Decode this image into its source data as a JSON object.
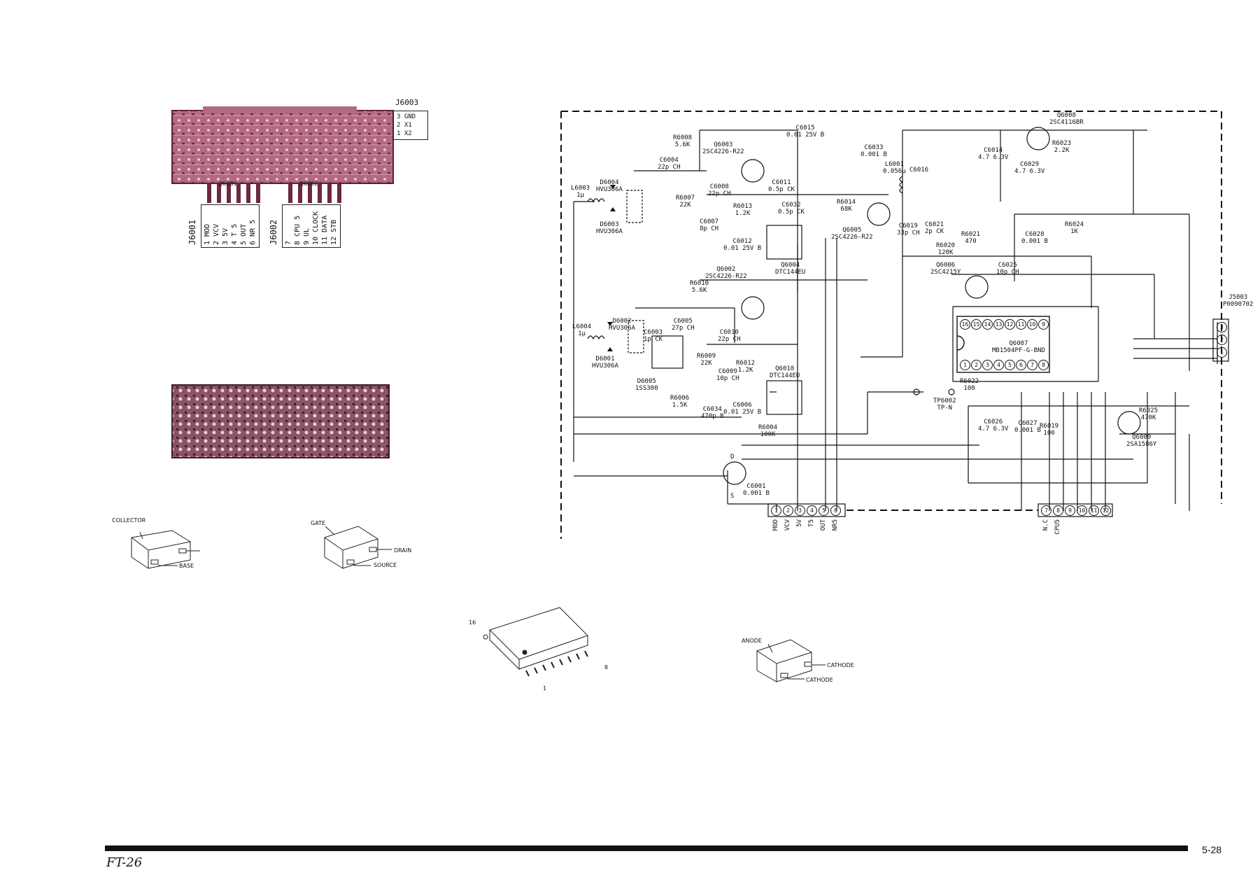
{
  "footer": {
    "model": "FT-26",
    "page": "5-28"
  },
  "connectors": {
    "j6003": {
      "title": "J6003",
      "pins": [
        "3 GND",
        "2 X1",
        "1 X2"
      ]
    },
    "j6001": {
      "title": "J6001",
      "pins": [
        "1 MOD",
        "2 VCV",
        "3 5V",
        "4 T 5",
        "5 OUT",
        "6 NR 5"
      ]
    },
    "j6002": {
      "title": "J6002",
      "pins": [
        "7",
        "8 CPU 5",
        "9 UL",
        "10 CLOCK",
        "11 DATA",
        "12 STB"
      ]
    }
  },
  "pcb_labels": {
    "q6001": "Q6001",
    "q6002": "Q6002"
  },
  "packages": {
    "transistor": {
      "collector": "COLLECTOR",
      "base": "BASE"
    },
    "fet": {
      "gate": "GATE",
      "drain": "DRAIN",
      "source": "SOURCE"
    },
    "ic": {
      "pin16": "16",
      "pin8": "8",
      "pin1": "1"
    },
    "diode": {
      "anode": "ANODE",
      "cathode1": "CATHODE",
      "cathode2": "CATHODE"
    }
  },
  "schematic": {
    "components": [
      {
        "ref": "Q6008",
        "value": "2SC4116BR"
      },
      {
        "ref": "Q6003",
        "value": "2SC4226-R22"
      },
      {
        "ref": "Q6002",
        "value": "2SC4226-R22"
      },
      {
        "ref": "Q6005",
        "value": "2SC4226-R22"
      },
      {
        "ref": "Q6004",
        "value": "DTC144EU"
      },
      {
        "ref": "Q6010",
        "value": "DTC144EU"
      },
      {
        "ref": "Q6006",
        "value": "2SC4215Y"
      },
      {
        "ref": "Q6007",
        "value": "MB1504PF-G-BND"
      },
      {
        "ref": "Q6009",
        "value": "2SA1586Y"
      },
      {
        "ref": "L6003",
        "value": "1μ"
      },
      {
        "ref": "L6004",
        "value": "1μ"
      },
      {
        "ref": "L6001",
        "value": "0.056μ"
      },
      {
        "ref": "D6004",
        "value": "HVU306A"
      },
      {
        "ref": "D6003",
        "value": "HVU306A"
      },
      {
        "ref": "D6002",
        "value": "HVU306A"
      },
      {
        "ref": "D6001",
        "value": "HVU306A"
      },
      {
        "ref": "D6005",
        "value": "1SS300"
      },
      {
        "ref": "C6004",
        "value": "22p CH"
      },
      {
        "ref": "C6015",
        "value": "0.01 25V B"
      },
      {
        "ref": "C6033",
        "value": "0.001 B"
      },
      {
        "ref": "C6016",
        "value": ""
      },
      {
        "ref": "C6014",
        "value": "4.7 6.3V"
      },
      {
        "ref": "C6029",
        "value": "4.7 6.3V"
      },
      {
        "ref": "R6023",
        "value": "2.2K"
      },
      {
        "ref": "R6008",
        "value": "5.6K"
      },
      {
        "ref": "C6011",
        "value": "0.5p CK"
      },
      {
        "ref": "C6032",
        "value": "0.5p CK"
      },
      {
        "ref": "C6008",
        "value": "22p CH"
      },
      {
        "ref": "R6007",
        "value": "22K"
      },
      {
        "ref": "R6013",
        "value": "1.2K"
      },
      {
        "ref": "C6007",
        "value": "8p CH"
      },
      {
        "ref": "C6012",
        "value": "0.01 25V B"
      },
      {
        "ref": "R6014",
        "value": "68K"
      },
      {
        "ref": "C6019",
        "value": "33p CH"
      },
      {
        "ref": "C6021",
        "value": "2p CK"
      },
      {
        "ref": "R6021",
        "value": "470"
      },
      {
        "ref": "C6028",
        "value": "0.001 B"
      },
      {
        "ref": "R6024",
        "value": "1K"
      },
      {
        "ref": "R6020",
        "value": "120K"
      },
      {
        "ref": "C6025",
        "value": "10p CH"
      },
      {
        "ref": "R6010",
        "value": "5.6K"
      },
      {
        "ref": "C6005",
        "value": "27p CH"
      },
      {
        "ref": "C6003",
        "value": "1p CK"
      },
      {
        "ref": "C6010",
        "value": "22p CH"
      },
      {
        "ref": "R6009",
        "value": "22K"
      },
      {
        "ref": "C6009",
        "value": "10p CH"
      },
      {
        "ref": "R6012",
        "value": "1.2K"
      },
      {
        "ref": "R6006",
        "value": "1.5K"
      },
      {
        "ref": "C6006",
        "value": "0.01 25V B"
      },
      {
        "ref": "C6034",
        "value": "470p B"
      },
      {
        "ref": "R6004",
        "value": "100K"
      },
      {
        "ref": "R6022",
        "value": "100"
      },
      {
        "ref": "TP6002",
        "value": "TP-N"
      },
      {
        "ref": "C6026",
        "value": "4.7 6.3V"
      },
      {
        "ref": "C6027",
        "value": "0.001 B"
      },
      {
        "ref": "R6019",
        "value": "100"
      },
      {
        "ref": "R6025",
        "value": "470K"
      },
      {
        "ref": "C6001",
        "value": "0.001 B"
      },
      {
        "ref": "J5003",
        "value": "P0090702"
      }
    ],
    "ic_pins_top": [
      "16",
      "15",
      "14",
      "13",
      "12",
      "11",
      "10",
      "9"
    ],
    "ic_pins_bottom": [
      "1",
      "2",
      "3",
      "4",
      "5",
      "6",
      "7",
      "8"
    ],
    "left_connector": {
      "pins": [
        "1",
        "2",
        "3",
        "4",
        "5",
        "6"
      ],
      "labels": [
        "MOD",
        "VCV",
        "5V",
        "T5",
        "OUT",
        "NR5"
      ]
    },
    "right_connector": {
      "pins": [
        "7",
        "8",
        "9",
        "10",
        "11",
        "12"
      ],
      "labels": [
        "N.C",
        "CPU5"
      ]
    },
    "j5003_pins": [
      "3",
      "2",
      "1"
    ],
    "fet_labels": {
      "d": "D",
      "s": "S"
    }
  }
}
